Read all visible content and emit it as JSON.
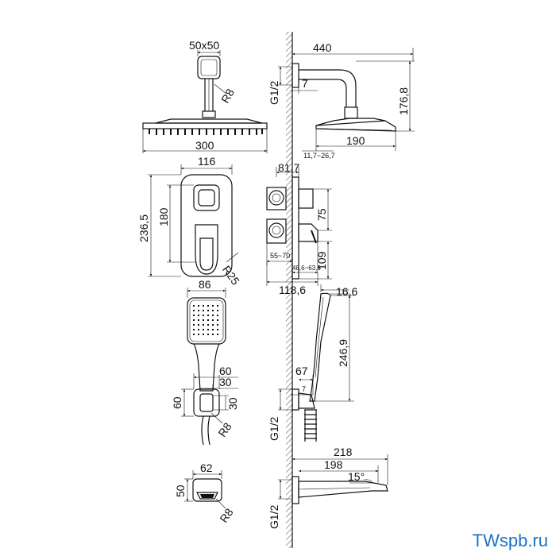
{
  "dimensions": {
    "arm_square": "50x50",
    "arm_radius": "R8",
    "head_width_front": "300",
    "arm_length": "440",
    "arm_thread": "G1/2",
    "arm_offset": "7",
    "arm_height": "176,8",
    "head_width_side": "190",
    "head_thickness_range": "11,7~26,7",
    "plate_width": "116",
    "plate_height": "236,5",
    "plate_height_inner": "180",
    "plate_radius": "R25",
    "valve_depth": "81,7",
    "valve_spacing": "75",
    "valve_lower_height": "109",
    "valve_depth_range": "55~70",
    "valve_small_range": "48,6~63,6",
    "valve_total_depth": "118,6",
    "handshower_width": "86",
    "handshower_thickness": "16,6",
    "handshower_length": "246,9",
    "holder_width_outer": "60",
    "holder_width_inner": "30",
    "holder_height_outer": "60",
    "holder_height_inner": "30",
    "holder_radius": "R8",
    "holder_depth": "67",
    "holder_offset": "7",
    "holder_thread": "G1/2",
    "spout_total": "218",
    "spout_length": "198",
    "spout_angle": "15°",
    "spout_base_width": "62",
    "spout_base_height": "50",
    "spout_radius": "R8",
    "spout_thread": "G1/2"
  },
  "watermark": "TWspb.ru"
}
